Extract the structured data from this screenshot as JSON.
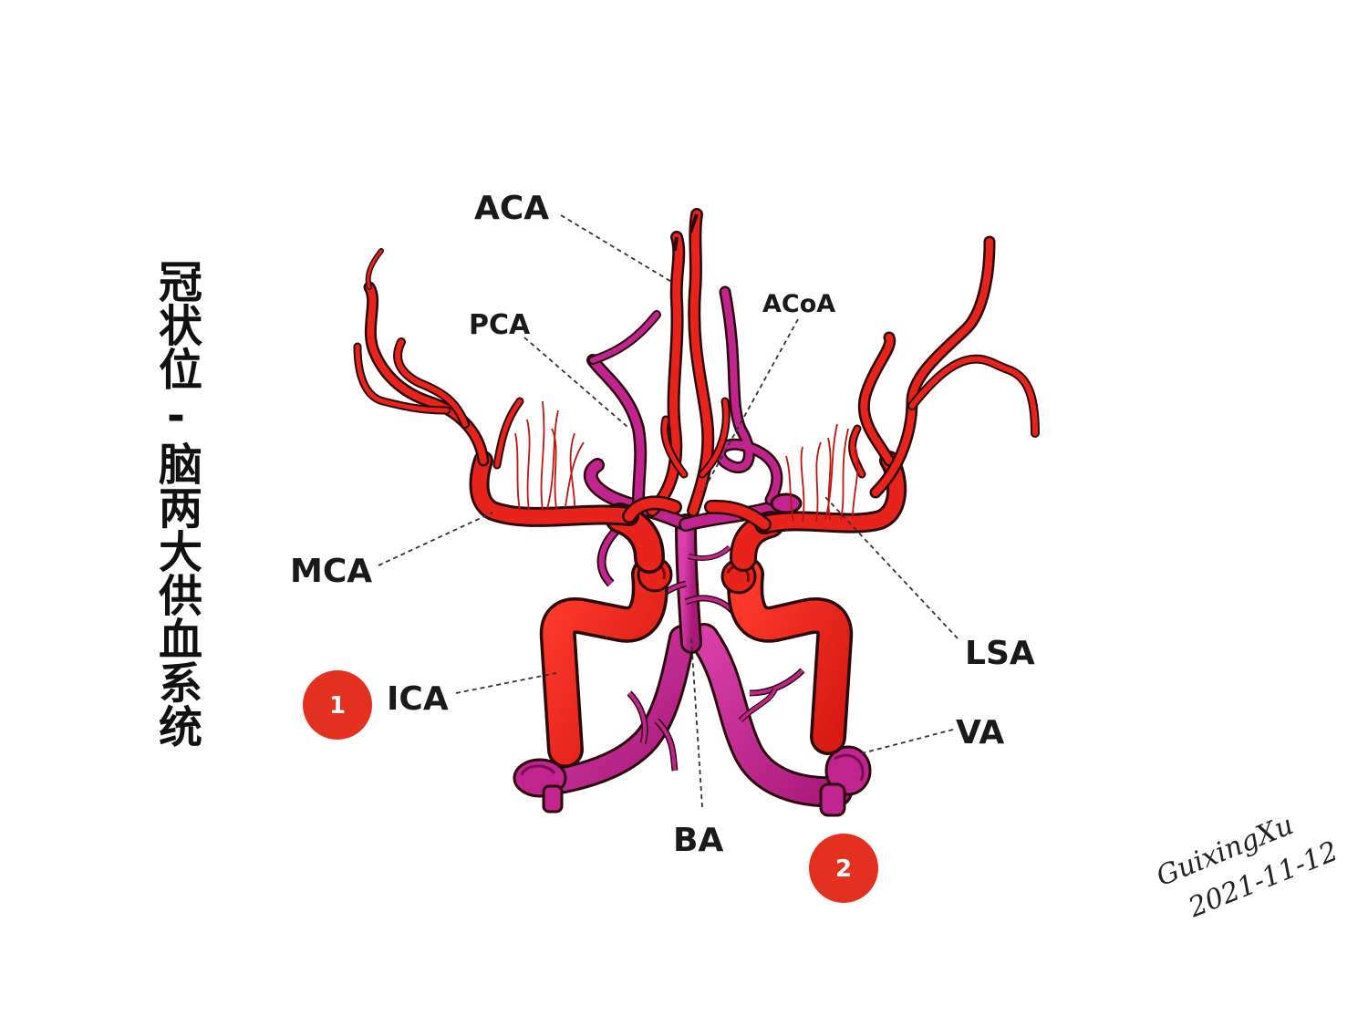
{
  "title": "冠状位-脑两大供血系统",
  "labels": {
    "aca": "ACA",
    "pca": "PCA",
    "acoa": "ACoA",
    "mca": "MCA",
    "lsa": "LSA",
    "ica": "ICA",
    "va": "VA",
    "ba": "BA"
  },
  "markers": {
    "one": "1",
    "two": "2"
  },
  "signature": {
    "name": "GuixingXu",
    "date": "2021-11-12"
  },
  "colors": {
    "carotid_red": "#e8231c",
    "vertebrobasilar_magenta": "#c2248f",
    "marker_red": "#e3301f",
    "outline": "#2a0a0a"
  }
}
